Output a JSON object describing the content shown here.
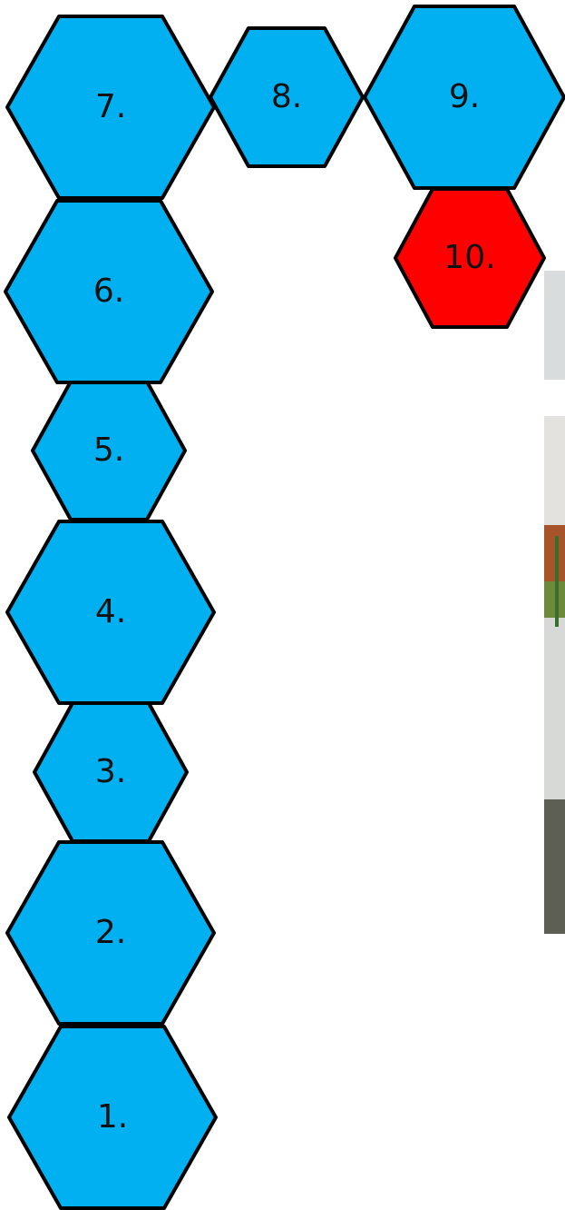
{
  "colors": {
    "hex_fill": "#00B0F0",
    "hex_highlight": "#FF0000",
    "hex_stroke": "#000000",
    "background": "#FFFFFF"
  },
  "hexagons": [
    {
      "label": "1.",
      "highlighted": false
    },
    {
      "label": "2.",
      "highlighted": false
    },
    {
      "label": "3.",
      "highlighted": false
    },
    {
      "label": "4.",
      "highlighted": false
    },
    {
      "label": "5.",
      "highlighted": false
    },
    {
      "label": "6.",
      "highlighted": false
    },
    {
      "label": "7.",
      "highlighted": false
    },
    {
      "label": "8.",
      "highlighted": false
    },
    {
      "label": "9.",
      "highlighted": false
    },
    {
      "label": "10.",
      "highlighted": true
    }
  ]
}
